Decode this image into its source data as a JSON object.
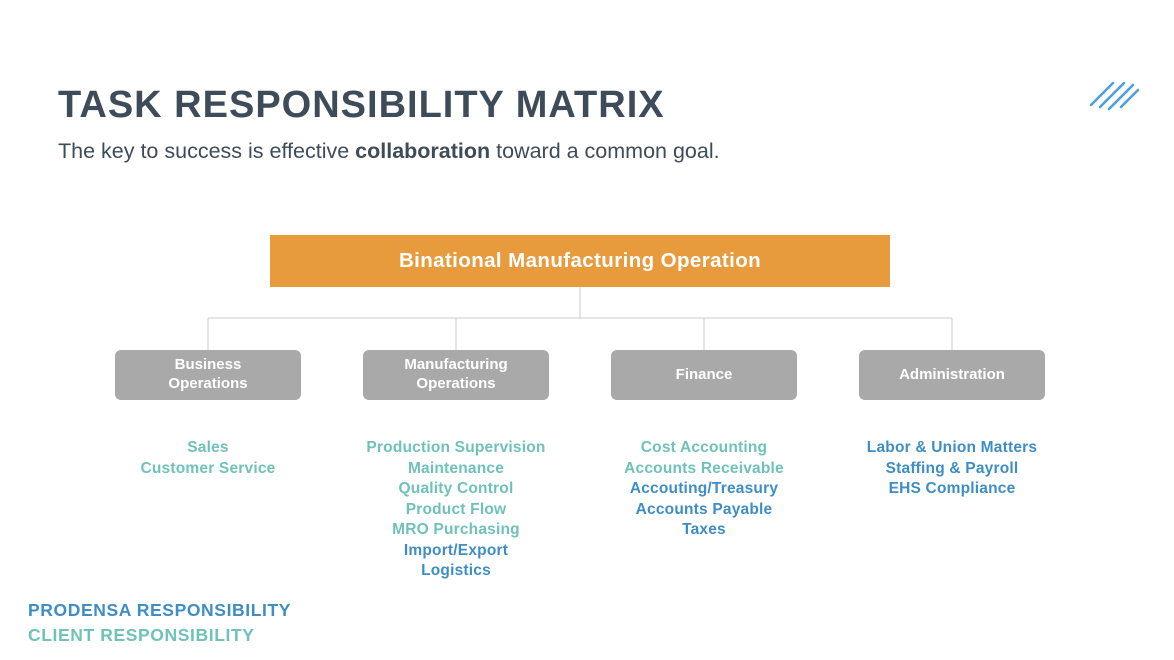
{
  "header": {
    "title": "TASK RESPONSIBILITY MATRIX",
    "subtitle": {
      "pre": "The key to success is effective ",
      "bold": "collaboration",
      "post": " toward a common goal."
    }
  },
  "logo": {
    "icon": "diagonal-hatch-lines-logo",
    "color": "#4FA0D8"
  },
  "colors": {
    "title_text": "#3E4C59",
    "root_box": "#E89B3D",
    "department_box": "#A9A9A9",
    "client_teal": "#6FC2BA",
    "prodensa_blue": "#3E8EC4",
    "connector_gray": "#CBCBCB"
  },
  "chart": {
    "root": "Binational Manufacturing Operation",
    "columns": [
      {
        "label": "Business\nOperations",
        "tasks": [
          {
            "text": "Sales",
            "owner": "client"
          },
          {
            "text": "Customer Service",
            "owner": "client"
          }
        ]
      },
      {
        "label": "Manufacturing\nOperations",
        "tasks": [
          {
            "text": "Production Supervision",
            "owner": "client"
          },
          {
            "text": "Maintenance",
            "owner": "client"
          },
          {
            "text": "Quality Control",
            "owner": "client"
          },
          {
            "text": "Product Flow",
            "owner": "client"
          },
          {
            "text": "MRO Purchasing",
            "owner": "client"
          },
          {
            "text": "Import/Export",
            "owner": "prodensa"
          },
          {
            "text": "Logistics",
            "owner": "prodensa"
          }
        ]
      },
      {
        "label": "Finance",
        "tasks": [
          {
            "text": "Cost Accounting",
            "owner": "client"
          },
          {
            "text": "Accounts Receivable",
            "owner": "client"
          },
          {
            "text": "Accouting/Treasury",
            "owner": "prodensa"
          },
          {
            "text": "Accounts Payable",
            "owner": "prodensa"
          },
          {
            "text": "Taxes",
            "owner": "prodensa"
          }
        ]
      },
      {
        "label": "Administration",
        "tasks": [
          {
            "text": "Labor & Union Matters",
            "owner": "prodensa"
          },
          {
            "text": "Staffing & Payroll",
            "owner": "prodensa"
          },
          {
            "text": "EHS Compliance",
            "owner": "prodensa"
          }
        ]
      }
    ]
  },
  "legend": [
    {
      "label": "PRODENSA RESPONSIBILITY",
      "owner": "prodensa"
    },
    {
      "label": "CLIENT RESPONSIBILITY",
      "owner": "client"
    }
  ]
}
